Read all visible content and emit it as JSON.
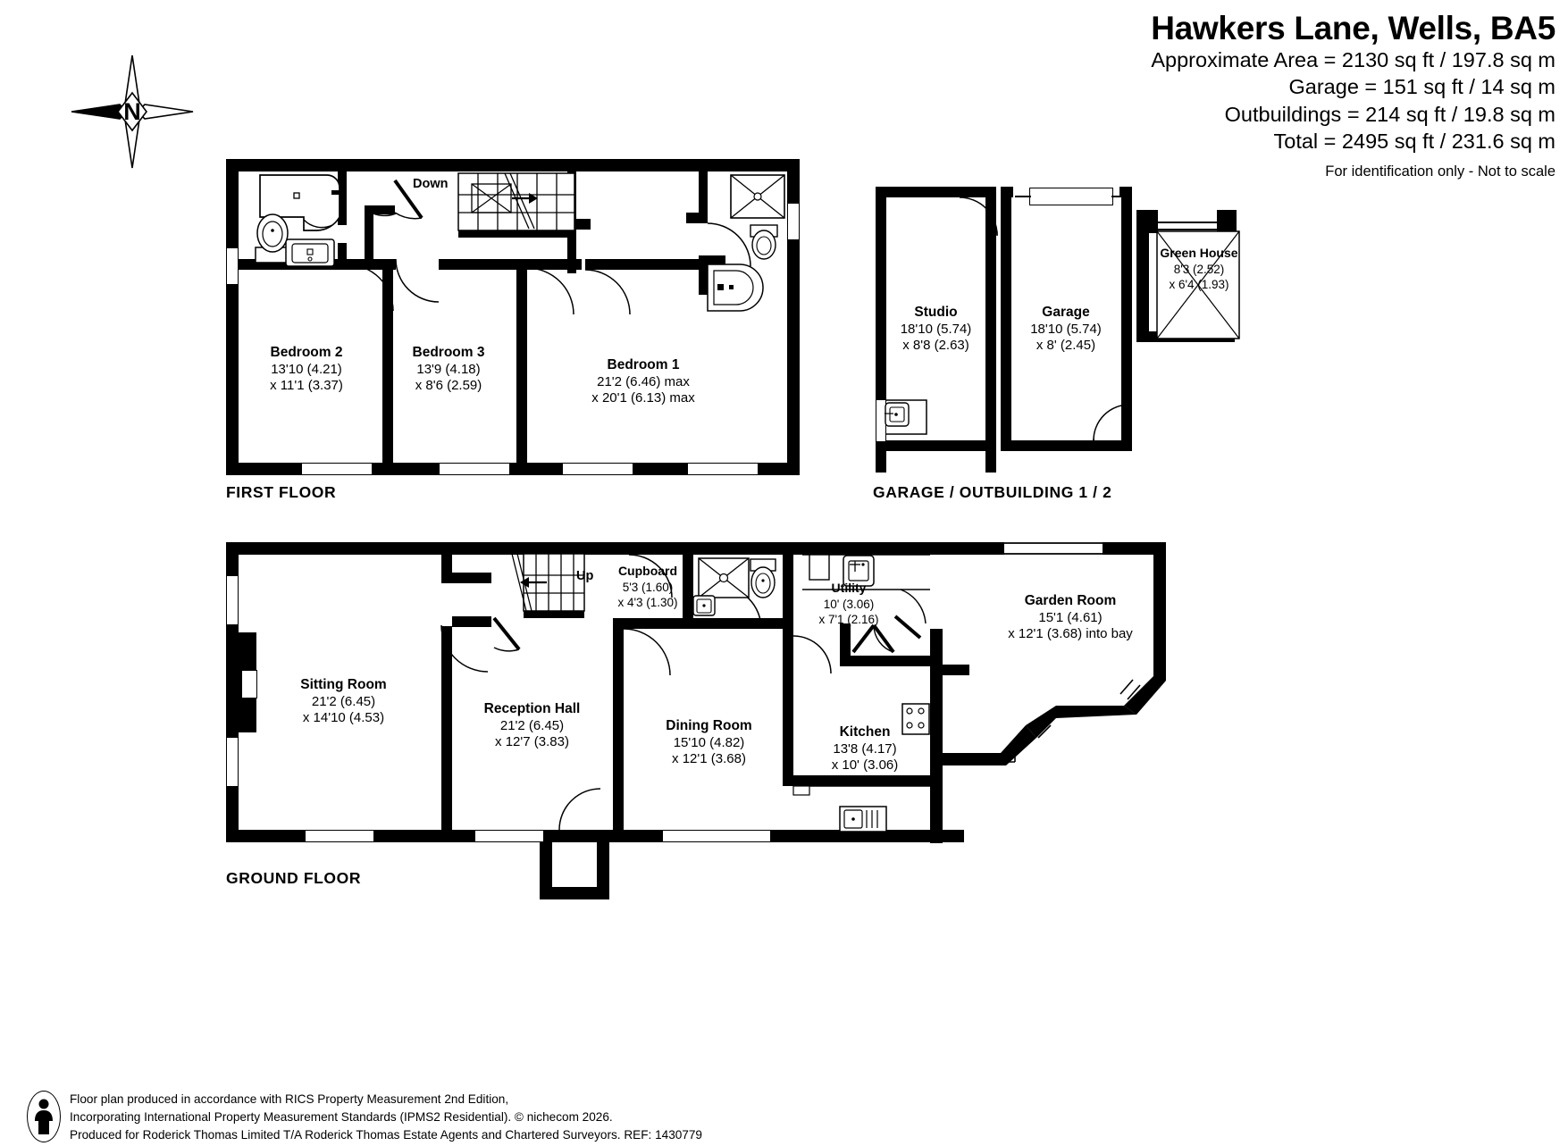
{
  "header": {
    "title": "Hawkers Lane, Wells, BA5",
    "areas": [
      "Approximate Area = 2130  sq ft / 197.8 sq m",
      "Garage = 151 sq ft / 14 sq m",
      "Outbuildings = 214 sq ft / 19.8 sq m",
      "Total = 2495 sq ft / 231.6 sq m"
    ],
    "disclaimer": "For identification only - Not to scale"
  },
  "compass": {
    "label": "N"
  },
  "captions": {
    "first_floor": "FIRST FLOOR",
    "garage_outbuilding": "GARAGE / OUTBUILDING 1 / 2",
    "ground_floor": "GROUND FLOOR"
  },
  "stair_tags": {
    "down": "Down",
    "up": "Up"
  },
  "first_floor": {
    "rooms": [
      {
        "name": "Bedroom 2",
        "dim1": "13'10 (4.21)",
        "dim2": "x 11'1 (3.37)"
      },
      {
        "name": "Bedroom 3",
        "dim1": "13'9 (4.18)",
        "dim2": "x 8'6 (2.59)"
      },
      {
        "name": "Bedroom 1",
        "dim1": "21'2 (6.46) max",
        "dim2": "x 20'1 (6.13) max"
      }
    ]
  },
  "outbuildings": {
    "rooms": [
      {
        "name": "Studio",
        "dim1": "18'10 (5.74)",
        "dim2": "x 8'8 (2.63)"
      },
      {
        "name": "Garage",
        "dim1": "18'10 (5.74)",
        "dim2": "x 8' (2.45)"
      },
      {
        "name": "Green House",
        "dim1": "8'3 (2.52)",
        "dim2": "x 6'4 (1.93)"
      }
    ]
  },
  "ground_floor": {
    "rooms": [
      {
        "name": "Sitting Room",
        "dim1": "21'2 (6.45)",
        "dim2": "x 14'10 (4.53)"
      },
      {
        "name": "Reception Hall",
        "dim1": "21'2 (6.45)",
        "dim2": "x 12'7 (3.83)"
      },
      {
        "name": "Dining Room",
        "dim1": "15'10 (4.82)",
        "dim2": "x 12'1 (3.68)"
      },
      {
        "name": "Kitchen",
        "dim1": "13'8 (4.17)",
        "dim2": "x 10' (3.06)"
      },
      {
        "name": "Cupboard",
        "dim1": "5'3 (1.60)",
        "dim2": "x 4'3 (1.30)"
      },
      {
        "name": "Utility",
        "dim1": "10' (3.06)",
        "dim2": "x 7'1 (2.16)"
      },
      {
        "name": "Garden Room",
        "dim1": "15'1 (4.61)",
        "dim2": "x 12'1 (3.68) into bay"
      }
    ]
  },
  "footer": {
    "text": "Floor plan produced in accordance with RICS Property Measurement 2nd Edition,\nIncorporating International Property Measurement Standards (IPMS2 Residential).   © nichecom 2026.\nProduced for Roderick Thomas Limited T/A Roderick Thomas Estate Agents and Chartered Surveyors.   REF: 1430779"
  }
}
